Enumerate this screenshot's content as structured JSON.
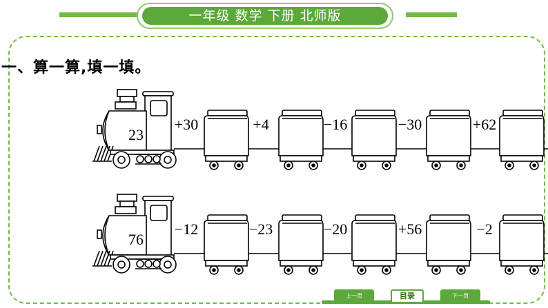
{
  "header": {
    "title": "一年级  数学  下册  北师版"
  },
  "instruction": "一、算一算,填一填。",
  "trains": [
    {
      "start": "23",
      "ops": [
        "+30",
        "+4",
        "−16",
        "−30",
        "+62"
      ]
    },
    {
      "start": "76",
      "ops": [
        "−12",
        "−23",
        "−20",
        "+56",
        "−2"
      ]
    }
  ],
  "nav": {
    "prev": "上一页",
    "menu": "目录",
    "next": "下一页"
  },
  "colors": {
    "accent": "#5ca83a",
    "border": "#6fba44"
  }
}
